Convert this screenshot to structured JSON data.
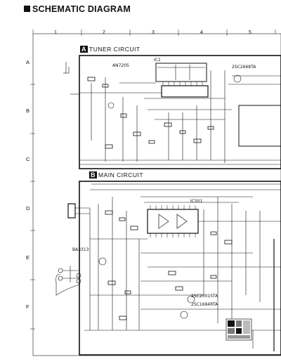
{
  "title": "SCHEMATIC DIAGRAM",
  "columns": [
    "1",
    "2",
    "3",
    "4",
    "5"
  ],
  "rows": [
    "A",
    "B",
    "C",
    "D",
    "E",
    "F"
  ],
  "sections": [
    {
      "badge": "A",
      "name": "TUNER CIRCUIT"
    },
    {
      "badge": "B",
      "name": "MAIN CIRCUIT"
    }
  ],
  "components": {
    "ic_tuner": "AN7205",
    "ic1": "IC1",
    "tr_tuner": "2SC2668TA",
    "ic_main_amp": "BA3313",
    "ic501": "IC501",
    "tr_main_1": "2SC2001STA",
    "tr_main_2": "2SC1684RTA"
  }
}
